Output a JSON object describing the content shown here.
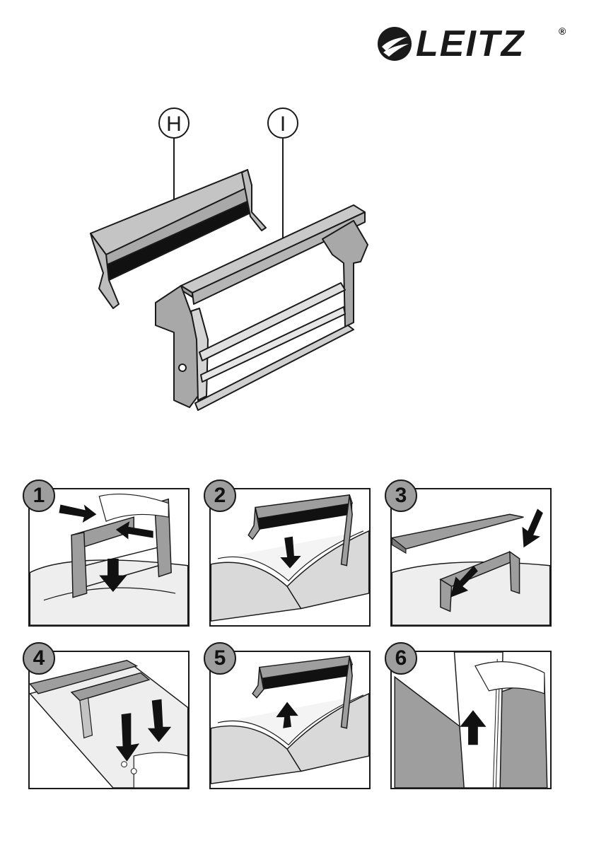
{
  "brand": {
    "name": "LEITZ",
    "registered": "®",
    "mark_icon": "leitz-swoosh-logo-icon"
  },
  "callouts": [
    {
      "letter": "H",
      "part": "binding-strip-insert"
    },
    {
      "letter": "I",
      "part": "binding-cradle"
    }
  ],
  "steps": [
    {
      "number": "1",
      "icon": "insert-cradle-illustration"
    },
    {
      "number": "2",
      "icon": "place-strip-on-document-illustration"
    },
    {
      "number": "3",
      "icon": "insert-document-into-machine-illustration"
    },
    {
      "number": "4",
      "icon": "press-down-binding-illustration"
    },
    {
      "number": "5",
      "icon": "remove-strip-illustration"
    },
    {
      "number": "6",
      "icon": "remove-bound-document-illustration"
    }
  ],
  "colors": {
    "ink": "#1a1a1a",
    "panel_grey": "#9e9e9e",
    "light_grey": "#cfcfcf",
    "strip_black": "#111111"
  }
}
